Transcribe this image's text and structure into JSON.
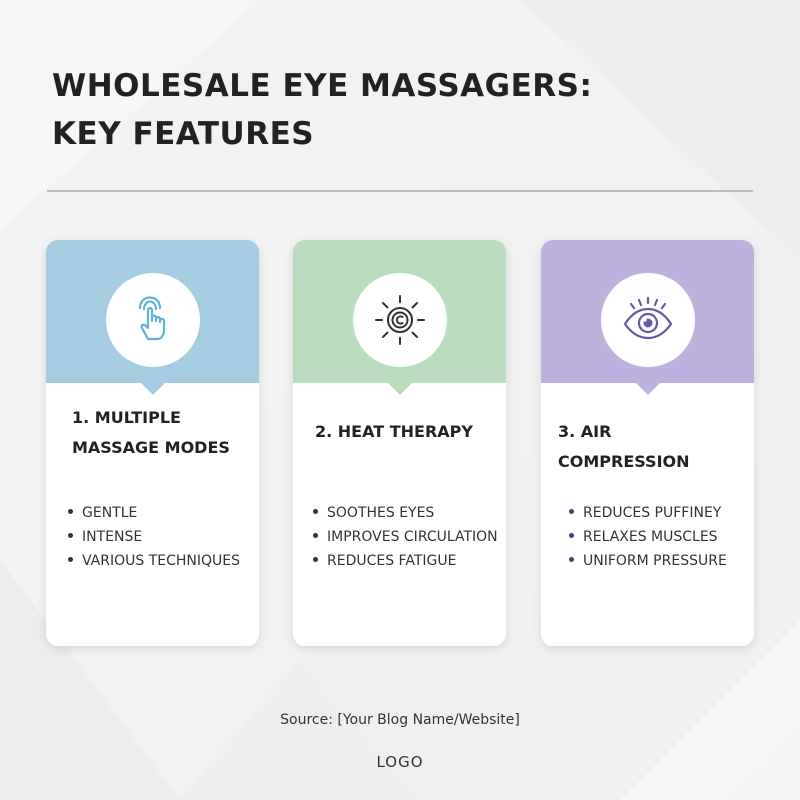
{
  "title": {
    "line1": "WHOLESALE EYE MASSAGERS:",
    "line2": "KEY FEATURES"
  },
  "colors": {
    "card1_header": "#a4cde2",
    "card2_header": "#bcdcbf",
    "card3_header": "#bdb1de",
    "icon1": "#5fb2dc",
    "icon2": "#333333",
    "icon3": "#6a58a6"
  },
  "cards": [
    {
      "icon": "hand-tap-icon",
      "title": "1. MULTIPLE MASSAGE MODES",
      "bullets": [
        "GENTLE",
        "INTENSE",
        "VARIOUS TECHNIQUES"
      ]
    },
    {
      "icon": "heat-sun-icon",
      "title": "2. HEAT THERAPY",
      "bullets": [
        "SOOTHES EYES",
        "IMPROVES CIRCULATION",
        "REDUCES FATIGUE"
      ]
    },
    {
      "icon": "eye-icon",
      "title": "3. AIR COMPRESSION",
      "bullets": [
        "REDUCES PUFFINEY",
        "RELAXES MUSCLES",
        "UNIFORM PRESSURE"
      ]
    }
  ],
  "source": "Source: [Your Blog Name/Website]",
  "logo": "LOGO"
}
